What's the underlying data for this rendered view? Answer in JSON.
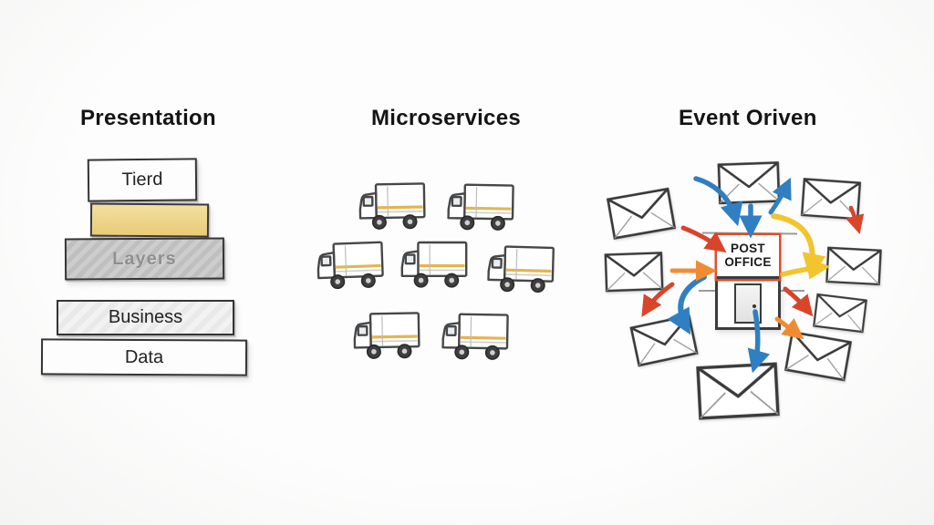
{
  "style": {
    "background": "#fbfbfa",
    "ink": "#2e2e2e",
    "accent_yellow": "#ecd283",
    "layer_gray": "#c6c6c6",
    "sign_outline_red": "#dd4f2b"
  },
  "sections": {
    "presentation": {
      "title": "Presentation",
      "layers": [
        {
          "label": "Tierd"
        },
        {
          "label": ""
        },
        {
          "label": "Layers"
        },
        {
          "label": "Business"
        },
        {
          "label": "Data"
        }
      ]
    },
    "microservices": {
      "title": "Microservices",
      "truck_count": 7,
      "icon": "delivery-truck-icon"
    },
    "event_driven": {
      "title": "Event Oriven",
      "sign_line1": "POST",
      "sign_line2": "OFFICE",
      "envelope_count": 9,
      "icon": "envelope-icon",
      "arrow_colors": {
        "blue": "#2f7fc2",
        "red": "#d9452a",
        "yellow": "#f2c52e",
        "orange": "#ef8c33"
      }
    }
  }
}
